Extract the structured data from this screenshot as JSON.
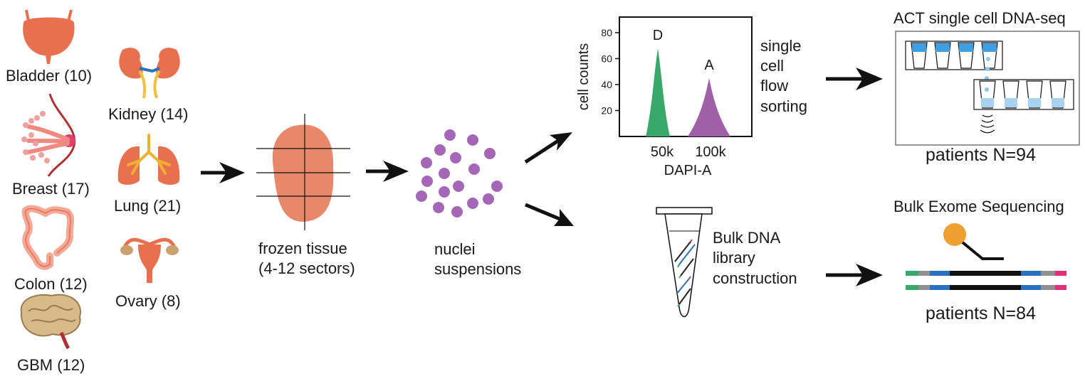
{
  "organs": {
    "bladder": "Bladder (10)",
    "breast": "Breast (17)",
    "colon": "Colon (12)",
    "gbm": "GBM (12)",
    "kidney": "Kidney (14)",
    "lung": "Lung (21)",
    "ovary": "Ovary (8)"
  },
  "steps": {
    "tissue_line1": "frozen tissue",
    "tissue_line2": "(4-12 sectors)",
    "nuclei_line1": "nuclei",
    "nuclei_line2": "suspensions",
    "flow_lines": [
      "single",
      "cell",
      "flow",
      "sorting"
    ],
    "bulk_lines": [
      "Bulk DNA",
      "library",
      "construction"
    ]
  },
  "outputs": {
    "act_title": "ACT single cell DNA-seq",
    "act_patients": "patients N=94",
    "exome_title": "Bulk Exome Sequencing",
    "exome_patients": "patients N=84"
  },
  "chart_data": {
    "type": "area",
    "xlabel": "DAPI-A",
    "ylabel": "cell counts",
    "x_ticks": [
      "50k",
      "100k"
    ],
    "y_ticks": [
      20,
      40,
      60,
      80
    ],
    "ylim": [
      0,
      92
    ],
    "series": [
      {
        "name": "D",
        "peak_x": "50k",
        "peak_y": 68,
        "color": "#3aa86a"
      },
      {
        "name": "A",
        "peak_x": "100k",
        "peak_y": 45,
        "color": "#a060a8"
      }
    ]
  },
  "colors": {
    "organ": "#e8704f",
    "nuclei": "#a466b6",
    "diploid_peak": "#3aa86a",
    "aneuploid_peak": "#a060a8",
    "sequencing_primer": "#f0a030",
    "well_fill": "#3f9fe0",
    "read_segment_a": "#3aa86a",
    "read_segment_b": "#2a70c0"
  },
  "icons": [
    "bladder-icon",
    "breast-icon",
    "colon-icon",
    "brain-icon",
    "kidney-icon",
    "lung-icon",
    "ovary-icon",
    "tissue-icon",
    "nuclei-icon",
    "tube-icon",
    "well-plate-icon",
    "primer-icon"
  ]
}
